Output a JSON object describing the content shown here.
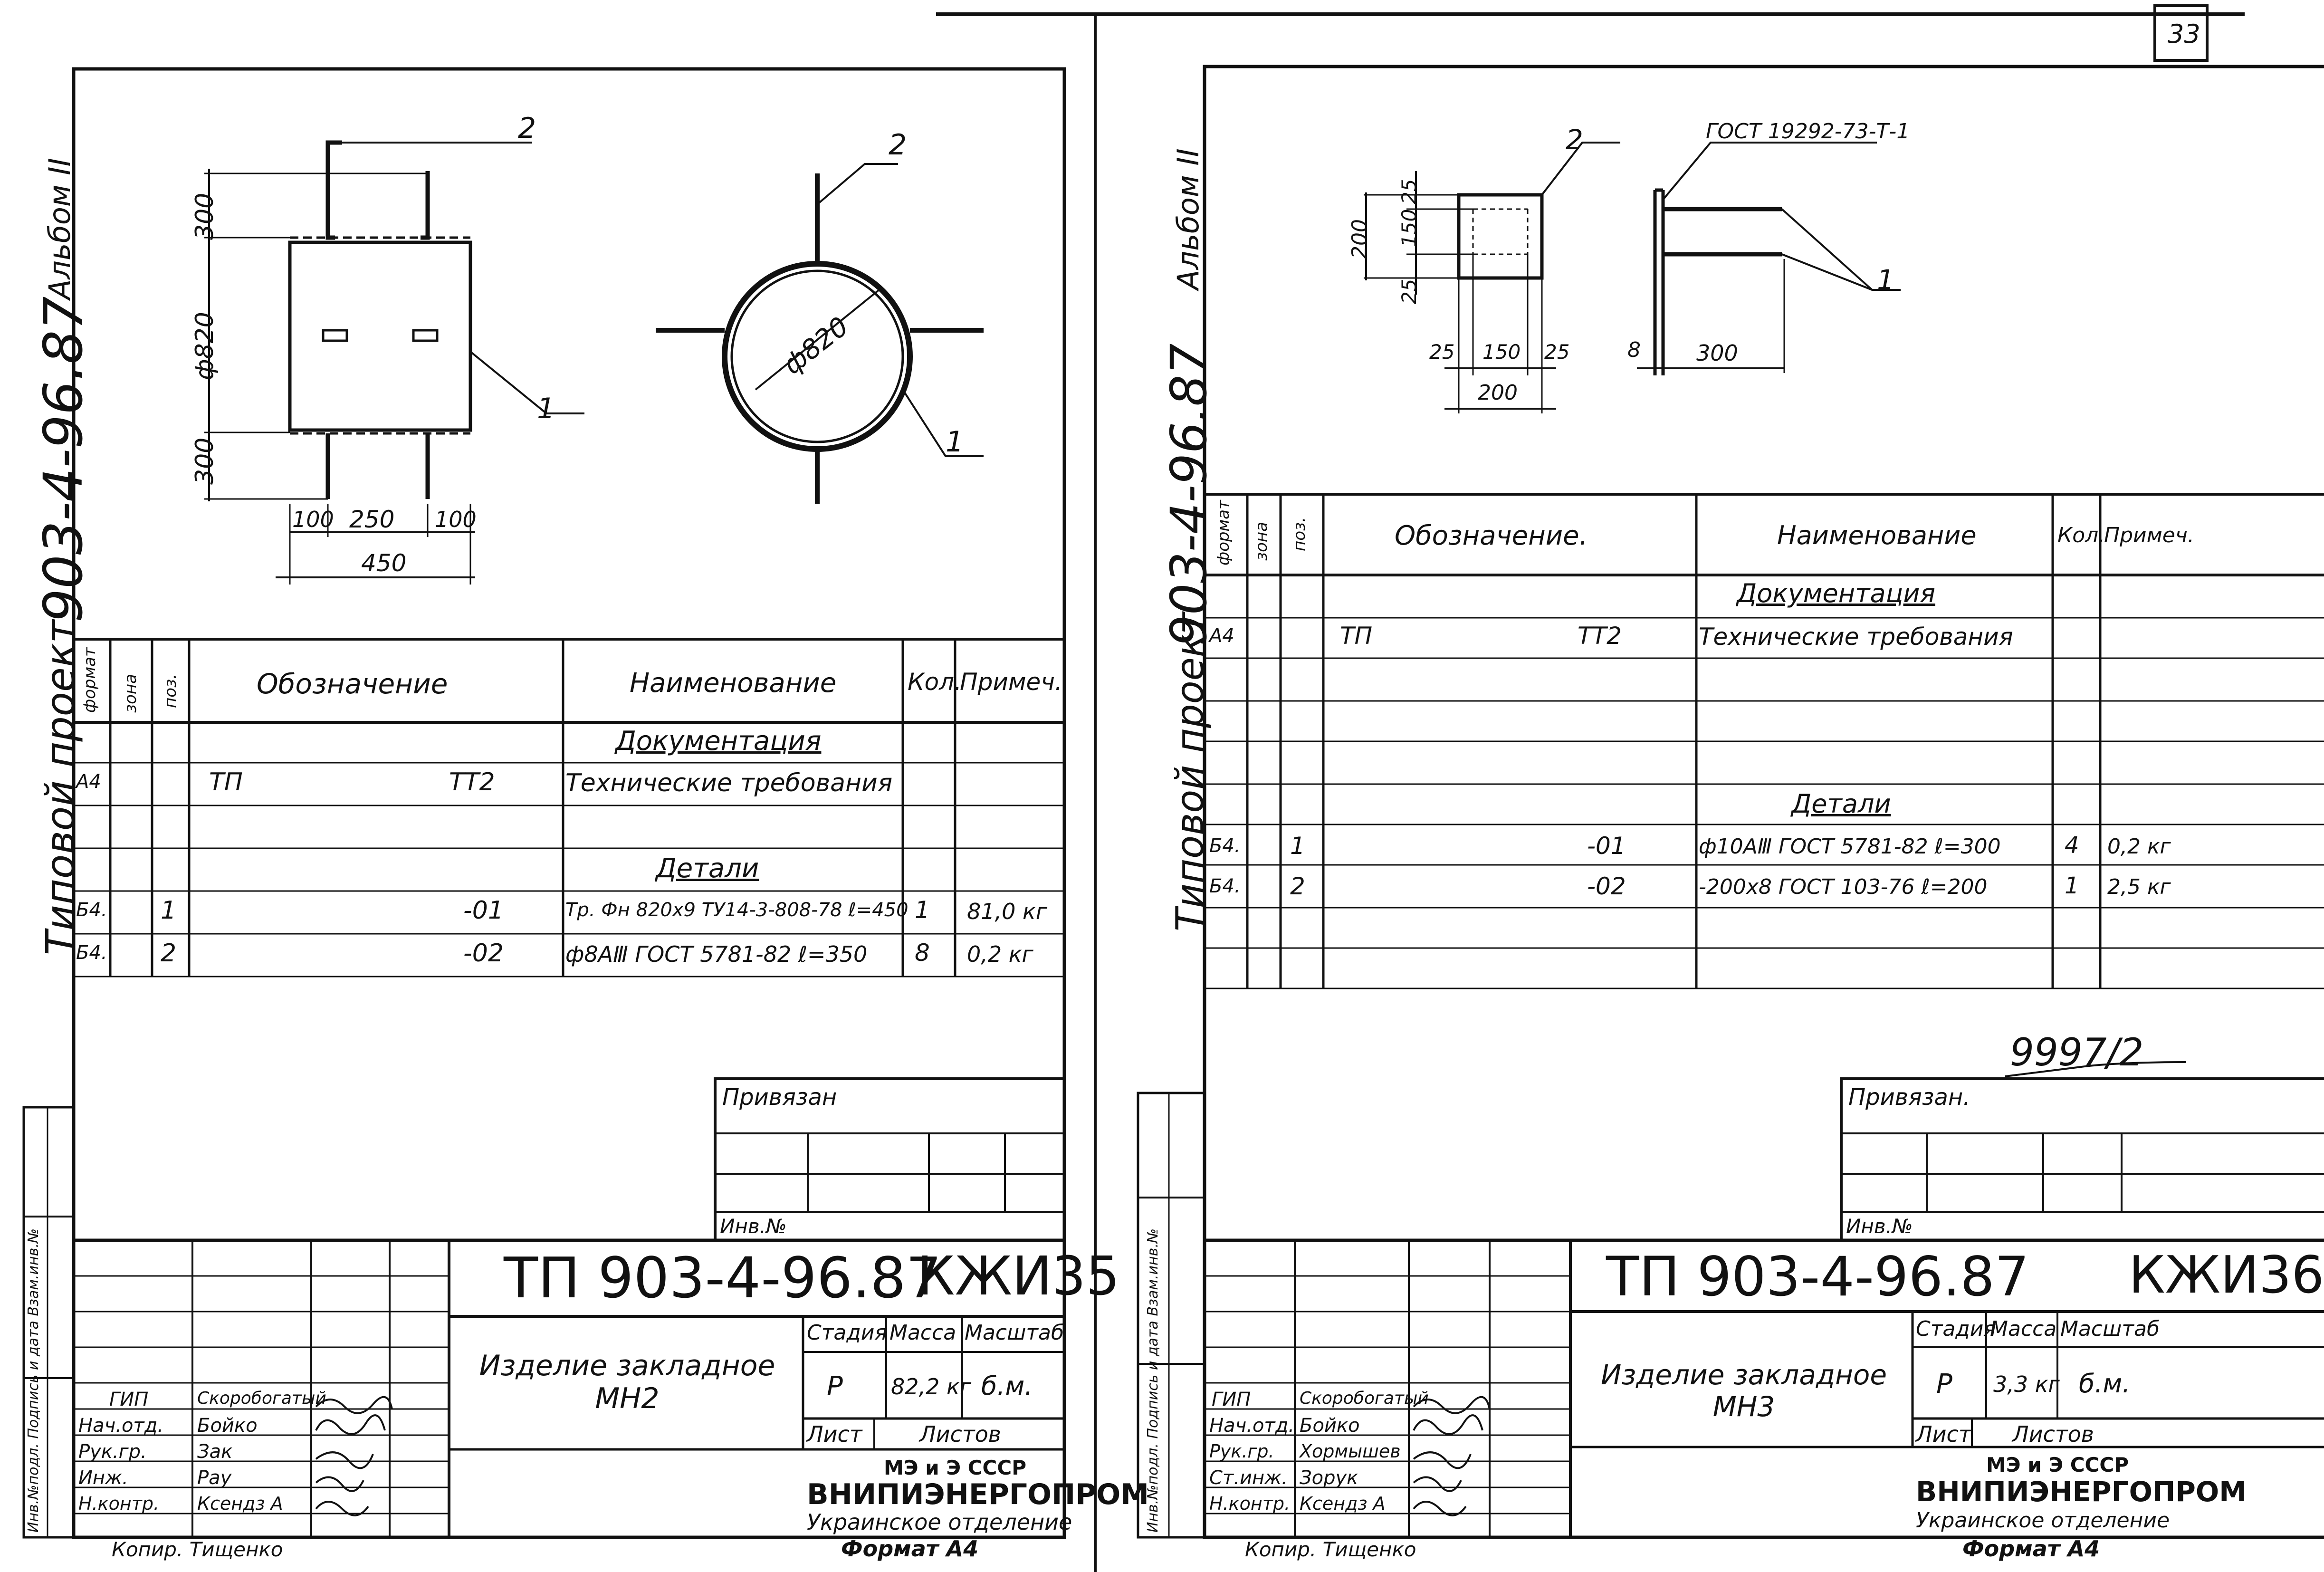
{
  "sheet_number_corner": "33",
  "left_sheet": {
    "side_album": "Альбом II",
    "side_code": "903-4-96.87",
    "side_project": "Типовой проект",
    "drawing": {
      "callout_bar": "2",
      "callout_tube": "1",
      "dim_top": "300",
      "dim_bottom": "300",
      "dim_diameter": "ф820",
      "dim_100_left": "100",
      "dim_250": "250",
      "dim_100_right": "100",
      "dim_450": "450",
      "circle_diameter": "ф820",
      "circle_callout_bar": "2",
      "circle_callout_tube": "1"
    },
    "table": {
      "headers": {
        "format": "формат",
        "zone": "зона",
        "pos": "поз.",
        "designation": "Обозначение",
        "name": "Наименование",
        "qty": "Кол.",
        "note": "Примеч."
      },
      "section_docs": "Документация",
      "doc_row": {
        "format": "А4",
        "designation": "ТП",
        "designation2": "ТТ2",
        "name": "Технические требования"
      },
      "section_parts": "Детали",
      "rows": [
        {
          "format": "Б4.",
          "pos": "1",
          "designation": "-01",
          "name": "Тр. Фн 820х9 ТУ14-3-808-78 ℓ=450",
          "qty": "1",
          "note": "81,0 кг"
        },
        {
          "format": "Б4.",
          "pos": "2",
          "designation": "-02",
          "name": "ф8АⅢ ГОСТ 5781-82 ℓ=350",
          "qty": "8",
          "note": "0,2 кг"
        }
      ]
    },
    "privyazan": "Привязан",
    "inv_no": "Инв.№",
    "side_stamp": "Инв.№подл. Подпись и дата Взам.инв.№",
    "title_code": "ТП 903-4-96.87",
    "title_mark": "КЖИ35",
    "title_name": "Изделие закладное МН2",
    "stage_label": "Стадия",
    "mass_label": "Масса",
    "scale_label": "Масштаб",
    "stage_value": "Р",
    "mass_value": "82,2 кг",
    "scale_value": "б.м.",
    "sheet_label": "Лист",
    "sheets_label": "Листов",
    "org_line1": "МЭ и Э СССР",
    "org_line2": "ВНИПИЭНЕРГОПРОМ",
    "org_line3": "Украинское отделение",
    "staff": [
      {
        "role": "ГИП",
        "name": "Скоробогатый"
      },
      {
        "role": "Нач.отд.",
        "name": "Бойко"
      },
      {
        "role": "Рук.гр.",
        "name": "Зак"
      },
      {
        "role": "Инж.",
        "name": "Рау"
      },
      {
        "role": "Н.контр.",
        "name": "Ксендз А"
      }
    ],
    "copied_by": "Копир. Тищенко",
    "format_label": "Формат А4"
  },
  "right_sheet": {
    "side_album": "Альбом II",
    "side_code": "903-4-96.87",
    "side_project": "Типовой проект",
    "drawing": {
      "callout_plate": "2",
      "gost_callout": "ГОСТ 19292-73-Т-1",
      "callout_bar": "1",
      "dim_200_v": "200",
      "dim_25_top": "25",
      "dim_150_v": "150",
      "dim_25_bot": "25",
      "dim_25_left": "25",
      "dim_150_h": "150",
      "dim_25_right": "25",
      "dim_200_h": "200",
      "dim_8": "8",
      "dim_300": "300"
    },
    "table": {
      "headers": {
        "format": "формат",
        "zone": "зона",
        "pos": "поз.",
        "designation": "Обозначение.",
        "name": "Наименование",
        "qty": "Кол.",
        "note": "Примеч."
      },
      "section_docs": "Документация",
      "doc_row": {
        "format": "А4",
        "designation": "ТП",
        "designation2": "ТТ2",
        "name": "Технические требования"
      },
      "section_parts": "Детали",
      "rows": [
        {
          "format": "Б4.",
          "pos": "1",
          "designation": "-01",
          "name": "ф10АⅢ ГОСТ 5781-82 ℓ=300",
          "qty": "4",
          "note": "0,2 кг"
        },
        {
          "format": "Б4.",
          "pos": "2",
          "designation": "-02",
          "name": "-200х8 ГОСТ 103-76 ℓ=200",
          "qty": "1",
          "note": "2,5 кг"
        }
      ]
    },
    "handwritten_number": "9997/2",
    "privyazan": "Привязан.",
    "inv_no": "Инв.№",
    "side_stamp": "Инв.№подл. Подпись и дата Взам.инв.№",
    "title_code": "ТП 903-4-96.87",
    "title_mark": "КЖИ36",
    "title_name": "Изделие закладное МН3",
    "stage_label": "Стадия",
    "mass_label": "Масса",
    "scale_label": "Масштаб",
    "stage_value": "Р",
    "mass_value": "3,3 кг",
    "scale_value": "б.м.",
    "sheet_label": "Лист",
    "sheets_label": "Листов",
    "org_line1": "МЭ и Э СССР",
    "org_line2": "ВНИПИЭНЕРГОПРОМ",
    "org_line3": "Украинское отделение",
    "staff": [
      {
        "role": "ГИП",
        "name": "Скоробогатый"
      },
      {
        "role": "Нач.отд.",
        "name": "Бойко"
      },
      {
        "role": "Рук.гр.",
        "name": "Хормышев"
      },
      {
        "role": "Ст.инж.",
        "name": "Зорук"
      },
      {
        "role": "Н.контр.",
        "name": "Ксендз А"
      }
    ],
    "copied_by": "Копир. Тищенко",
    "format_label": "Формат А4"
  }
}
